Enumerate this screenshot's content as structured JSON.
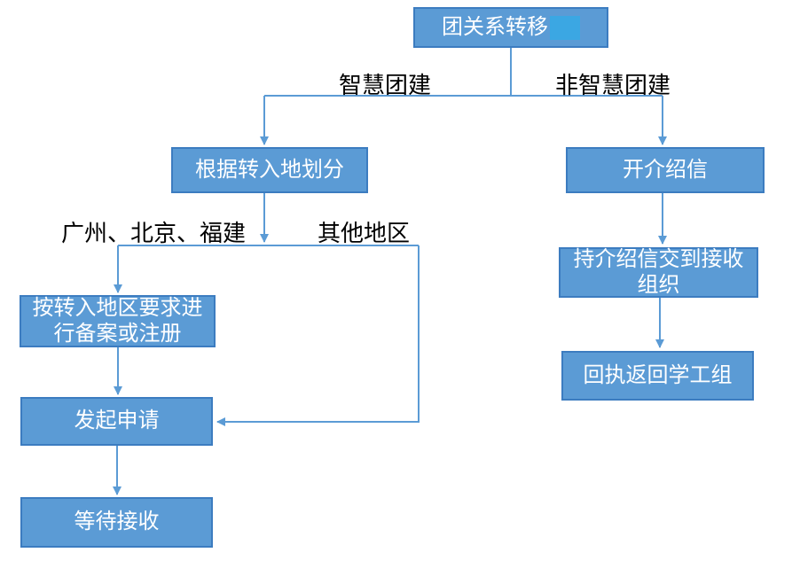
{
  "colors": {
    "background": "#FFFFFF",
    "box-fill": "#5B9BD5",
    "box-border": "#3C7CC0",
    "box-text": "#FFFFFF",
    "connector": "#5B9BD5",
    "highlight": "#3BA7E3",
    "label-text": "#000000"
  },
  "flowchart": {
    "nodes": {
      "root": {
        "label": "团关系转移"
      },
      "divide": {
        "label": "根据转入地划分"
      },
      "open_letter": {
        "label": "开介绍信"
      },
      "register": {
        "label": "按转入地区要求进\n行备案或注册"
      },
      "apply": {
        "label": "发起申请"
      },
      "wait": {
        "label": "等待接收"
      },
      "deliver": {
        "label": "持介绍信交到接收\n组织"
      },
      "receipt": {
        "label": "回执返回学工组"
      }
    },
    "edge_labels": {
      "smart": "智慧团建",
      "non_smart": "非智慧团建",
      "cities": "广州、北京、福建",
      "other_regions": "其他地区"
    }
  }
}
